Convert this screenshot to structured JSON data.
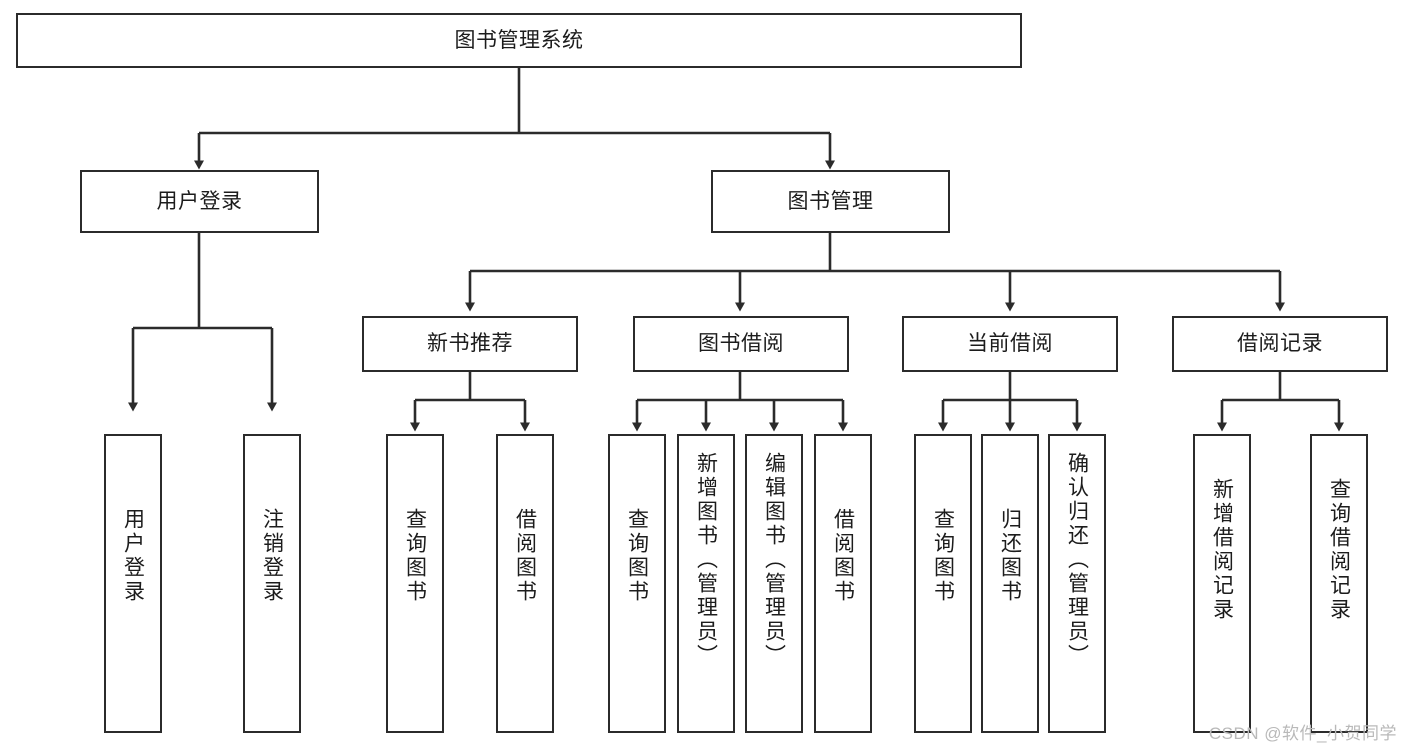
{
  "diagram": {
    "title": "图书管理系统",
    "watermark": "CSDN @软件_小贺同学",
    "stroke_color": "#2b2b2b",
    "background_color": "#ffffff",
    "text_color": "#1c1c1c",
    "watermark_color": "#b9b9b9"
  },
  "root": {
    "label": "图书管理系统"
  },
  "level2": [
    {
      "label": "用户登录"
    },
    {
      "label": "图书管理"
    }
  ],
  "level3": [
    {
      "label": "新书推荐"
    },
    {
      "label": "图书借阅"
    },
    {
      "label": "当前借阅"
    },
    {
      "label": "借阅记录"
    }
  ],
  "leaves": {
    "user_login": [
      {
        "label": "用户登录"
      },
      {
        "label": "注销登录"
      }
    ],
    "new_book_recommend": [
      {
        "label": "查询图书"
      },
      {
        "label": "借阅图书"
      }
    ],
    "book_borrow": [
      {
        "label": "查询图书"
      },
      {
        "label": "新增图书（管理员）"
      },
      {
        "label": "编辑图书（管理员）"
      },
      {
        "label": "借阅图书"
      }
    ],
    "current_borrow": [
      {
        "label": "查询图书"
      },
      {
        "label": "归还图书"
      },
      {
        "label": "确认归还（管理员）"
      }
    ],
    "borrow_record": [
      {
        "label": "新增借阅记录"
      },
      {
        "label": "查询借阅记录"
      }
    ]
  }
}
